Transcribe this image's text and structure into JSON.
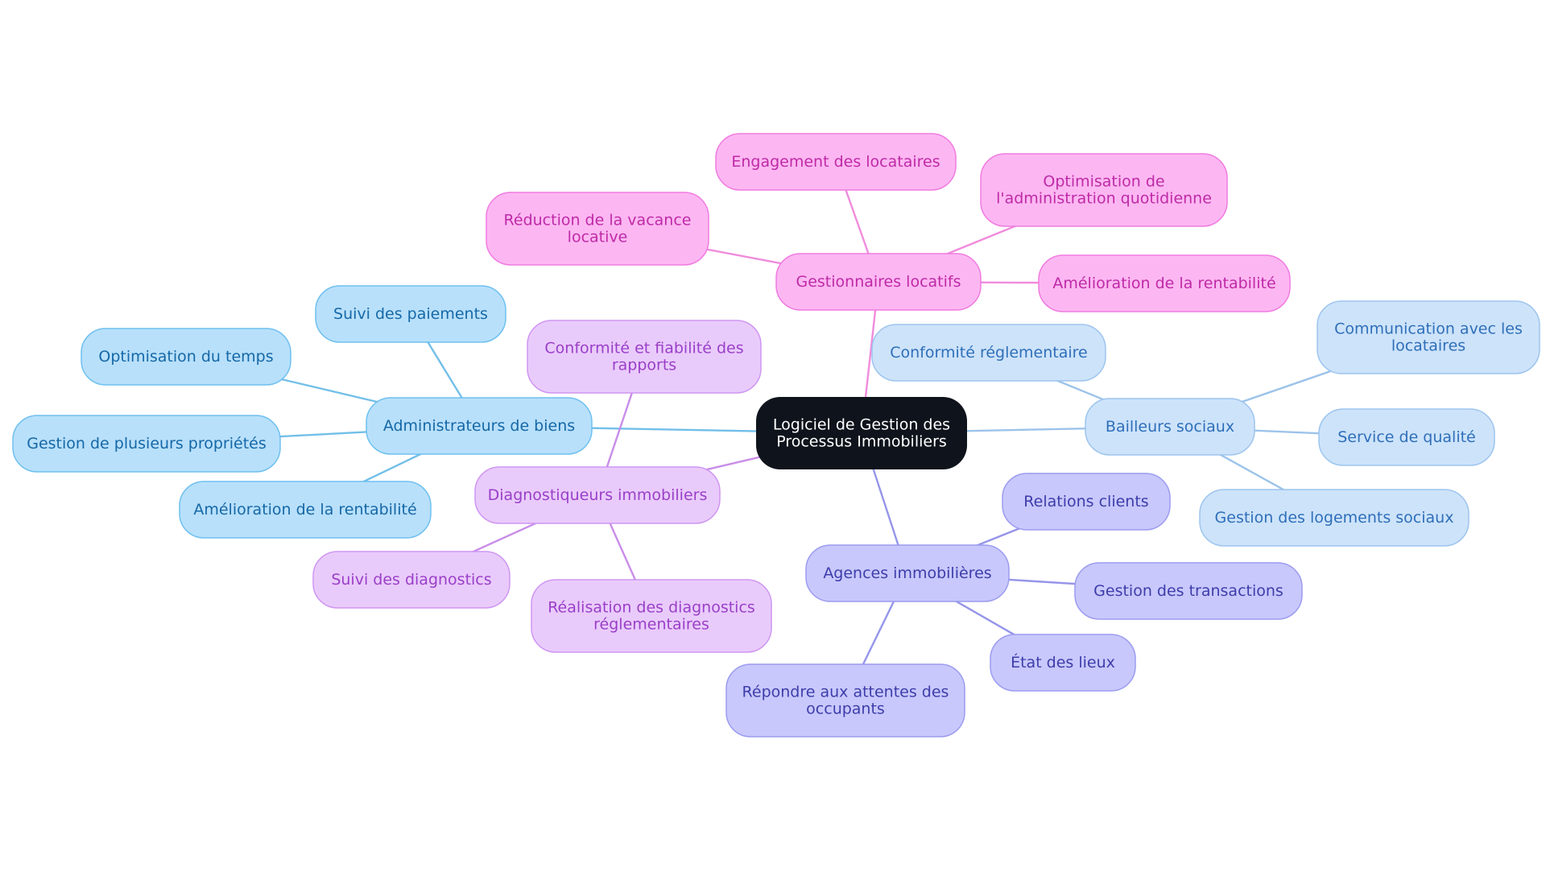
{
  "colors": {
    "background": "#ffffff",
    "root_fill": "#0f141c",
    "root_text": "#ffffff"
  },
  "root": {
    "lines": [
      "Logiciel de Gestion des",
      "Processus Immobiliers"
    ]
  },
  "branches": [
    {
      "id": "administrateurs",
      "lines": [
        "Administrateurs de biens"
      ],
      "colors": {
        "fill": "#b8e0fb",
        "stroke": "#6fc0ef",
        "text": "#1668a6",
        "edge": "#72bfe9"
      },
      "leaves": [
        {
          "lines": [
            "Suivi des paiements"
          ]
        },
        {
          "lines": [
            "Optimisation du temps"
          ]
        },
        {
          "lines": [
            "Gestion de plusieurs propriétés"
          ]
        },
        {
          "lines": [
            "Amélioration de la rentabilité"
          ]
        }
      ]
    },
    {
      "id": "gestionnaires",
      "lines": [
        "Gestionnaires locatifs"
      ],
      "colors": {
        "fill": "#fcb7f2",
        "stroke": "#f07be0",
        "text": "#bf2aa6",
        "edge": "#f08cdc"
      },
      "leaves": [
        {
          "lines": [
            "Engagement des locataires"
          ]
        },
        {
          "lines": [
            "Réduction de la vacance",
            "locative"
          ]
        },
        {
          "lines": [
            "Optimisation de",
            "l'administration quotidienne"
          ]
        },
        {
          "lines": [
            "Amélioration de la rentabilité"
          ]
        }
      ]
    },
    {
      "id": "bailleurs",
      "lines": [
        "Bailleurs sociaux"
      ],
      "colors": {
        "fill": "#cde3fa",
        "stroke": "#9dc5ee",
        "text": "#2f6fb9",
        "edge": "#9cc3ea"
      },
      "leaves": [
        {
          "lines": [
            "Conformité réglementaire"
          ]
        },
        {
          "lines": [
            "Communication avec les",
            "locataires"
          ]
        },
        {
          "lines": [
            "Service de qualité"
          ]
        },
        {
          "lines": [
            "Gestion des logements sociaux"
          ]
        }
      ]
    },
    {
      "id": "diagnostiqueurs",
      "lines": [
        "Diagnostiqueurs immobiliers"
      ],
      "colors": {
        "fill": "#e9cbfb",
        "stroke": "#cf96f2",
        "text": "#9a3fc8",
        "edge": "#c98de8"
      },
      "leaves": [
        {
          "lines": [
            "Conformité et fiabilité des",
            "rapports"
          ]
        },
        {
          "lines": [
            "Suivi des diagnostics"
          ]
        },
        {
          "lines": [
            "Réalisation des diagnostics",
            "réglementaires"
          ]
        }
      ]
    },
    {
      "id": "agences",
      "lines": [
        "Agences immobilières"
      ],
      "colors": {
        "fill": "#c8c8fc",
        "stroke": "#9c9cf0",
        "text": "#3d3dab",
        "edge": "#9595ea"
      },
      "leaves": [
        {
          "lines": [
            "Relations clients"
          ]
        },
        {
          "lines": [
            "Gestion des transactions"
          ]
        },
        {
          "lines": [
            "État des lieux"
          ]
        },
        {
          "lines": [
            "Répondre aux attentes des",
            "occupants"
          ]
        }
      ]
    }
  ]
}
